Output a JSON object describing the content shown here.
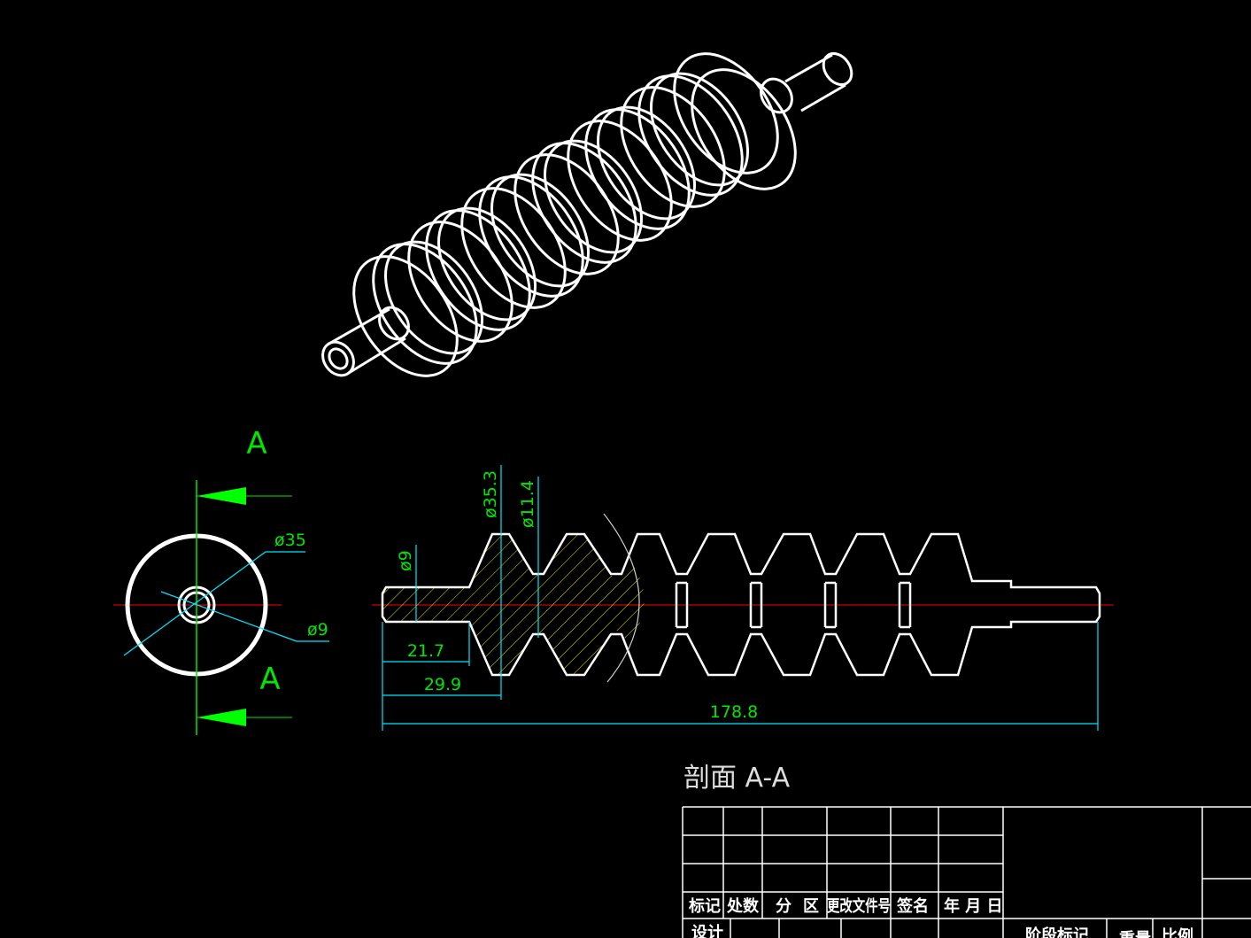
{
  "drawing": {
    "section_caption": "剖面 A-A",
    "section_marker_top": "A",
    "section_marker_bottom": "A",
    "dimensions": {
      "end_view_outer": "ø35",
      "end_view_inner": "ø9",
      "dia_35_3": "ø35.3",
      "dia_11_4": "ø11.4",
      "dia_9": "ø9",
      "len_21_7": "21.7",
      "len_29_9": "29.9",
      "len_total": "178.8"
    },
    "colors": {
      "outline": "#ffffff",
      "dimension": "#00e600",
      "dimension_line": "#00e5ff",
      "center_line": "#ff0000",
      "hatch": "#e6e600",
      "arrow_fill": "#00ff00"
    }
  },
  "title_block": {
    "headers": [
      "标记",
      "处数",
      "分",
      "区",
      "更改文件号",
      "签名",
      "年 月 日"
    ],
    "row_design": "设计",
    "stage_mark": "阶段标记",
    "weight": "重量",
    "scale": "比例"
  }
}
